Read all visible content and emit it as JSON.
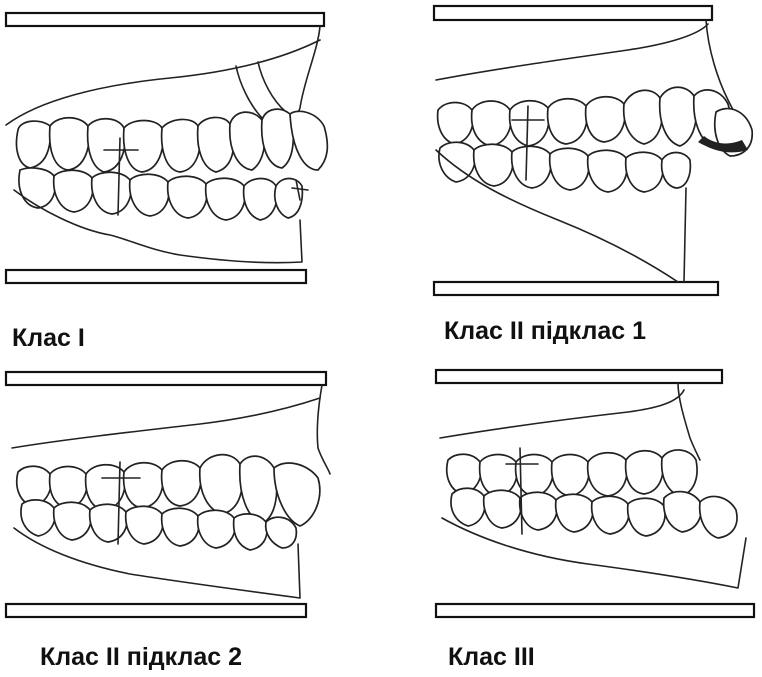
{
  "panels": [
    {
      "id": "class-1",
      "caption": "Клас  I"
    },
    {
      "id": "class-2-sub-1",
      "caption": "Клас II підклас 1"
    },
    {
      "id": "class-2-sub-2",
      "caption": "Клас II підклас 2"
    },
    {
      "id": "class-3",
      "caption": "Клас III"
    }
  ]
}
